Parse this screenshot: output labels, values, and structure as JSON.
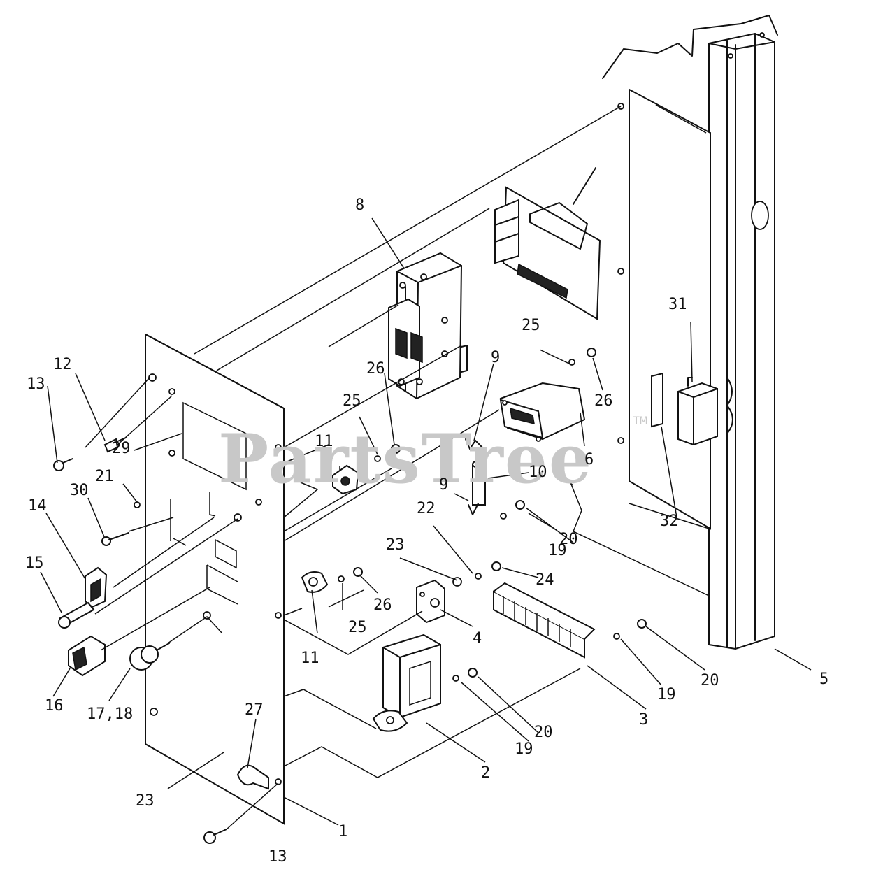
{
  "watermark": {
    "text": "PartsTree",
    "tm": "TM"
  },
  "callouts": [
    {
      "id": "c1",
      "text": "1"
    },
    {
      "id": "c2",
      "text": "2"
    },
    {
      "id": "c3",
      "text": "3"
    },
    {
      "id": "c4",
      "text": "4"
    },
    {
      "id": "c5",
      "text": "5"
    },
    {
      "id": "c6",
      "text": "6"
    },
    {
      "id": "c8",
      "text": "8"
    },
    {
      "id": "c9a",
      "text": "9"
    },
    {
      "id": "c9b",
      "text": "9"
    },
    {
      "id": "c10",
      "text": "10"
    },
    {
      "id": "c11a",
      "text": "11"
    },
    {
      "id": "c11b",
      "text": "11"
    },
    {
      "id": "c12",
      "text": "12"
    },
    {
      "id": "c13a",
      "text": "13"
    },
    {
      "id": "c13b",
      "text": "13"
    },
    {
      "id": "c14",
      "text": "14"
    },
    {
      "id": "c15",
      "text": "15"
    },
    {
      "id": "c16",
      "text": "16"
    },
    {
      "id": "c1718",
      "text": "17,18"
    },
    {
      "id": "c19a",
      "text": "19"
    },
    {
      "id": "c19b",
      "text": "19"
    },
    {
      "id": "c19c",
      "text": "19"
    },
    {
      "id": "c20a",
      "text": "20"
    },
    {
      "id": "c20b",
      "text": "20"
    },
    {
      "id": "c20c",
      "text": "20"
    },
    {
      "id": "c21",
      "text": "21"
    },
    {
      "id": "c22",
      "text": "22"
    },
    {
      "id": "c23a",
      "text": "23"
    },
    {
      "id": "c23b",
      "text": "23"
    },
    {
      "id": "c24",
      "text": "24"
    },
    {
      "id": "c25a",
      "text": "25"
    },
    {
      "id": "c25b",
      "text": "25"
    },
    {
      "id": "c25c",
      "text": "25"
    },
    {
      "id": "c26a",
      "text": "26"
    },
    {
      "id": "c26b",
      "text": "26"
    },
    {
      "id": "c26c",
      "text": "26"
    },
    {
      "id": "c27",
      "text": "27"
    },
    {
      "id": "c29",
      "text": "29"
    },
    {
      "id": "c30",
      "text": "30"
    },
    {
      "id": "c31",
      "text": "31"
    },
    {
      "id": "c32",
      "text": "32"
    }
  ]
}
